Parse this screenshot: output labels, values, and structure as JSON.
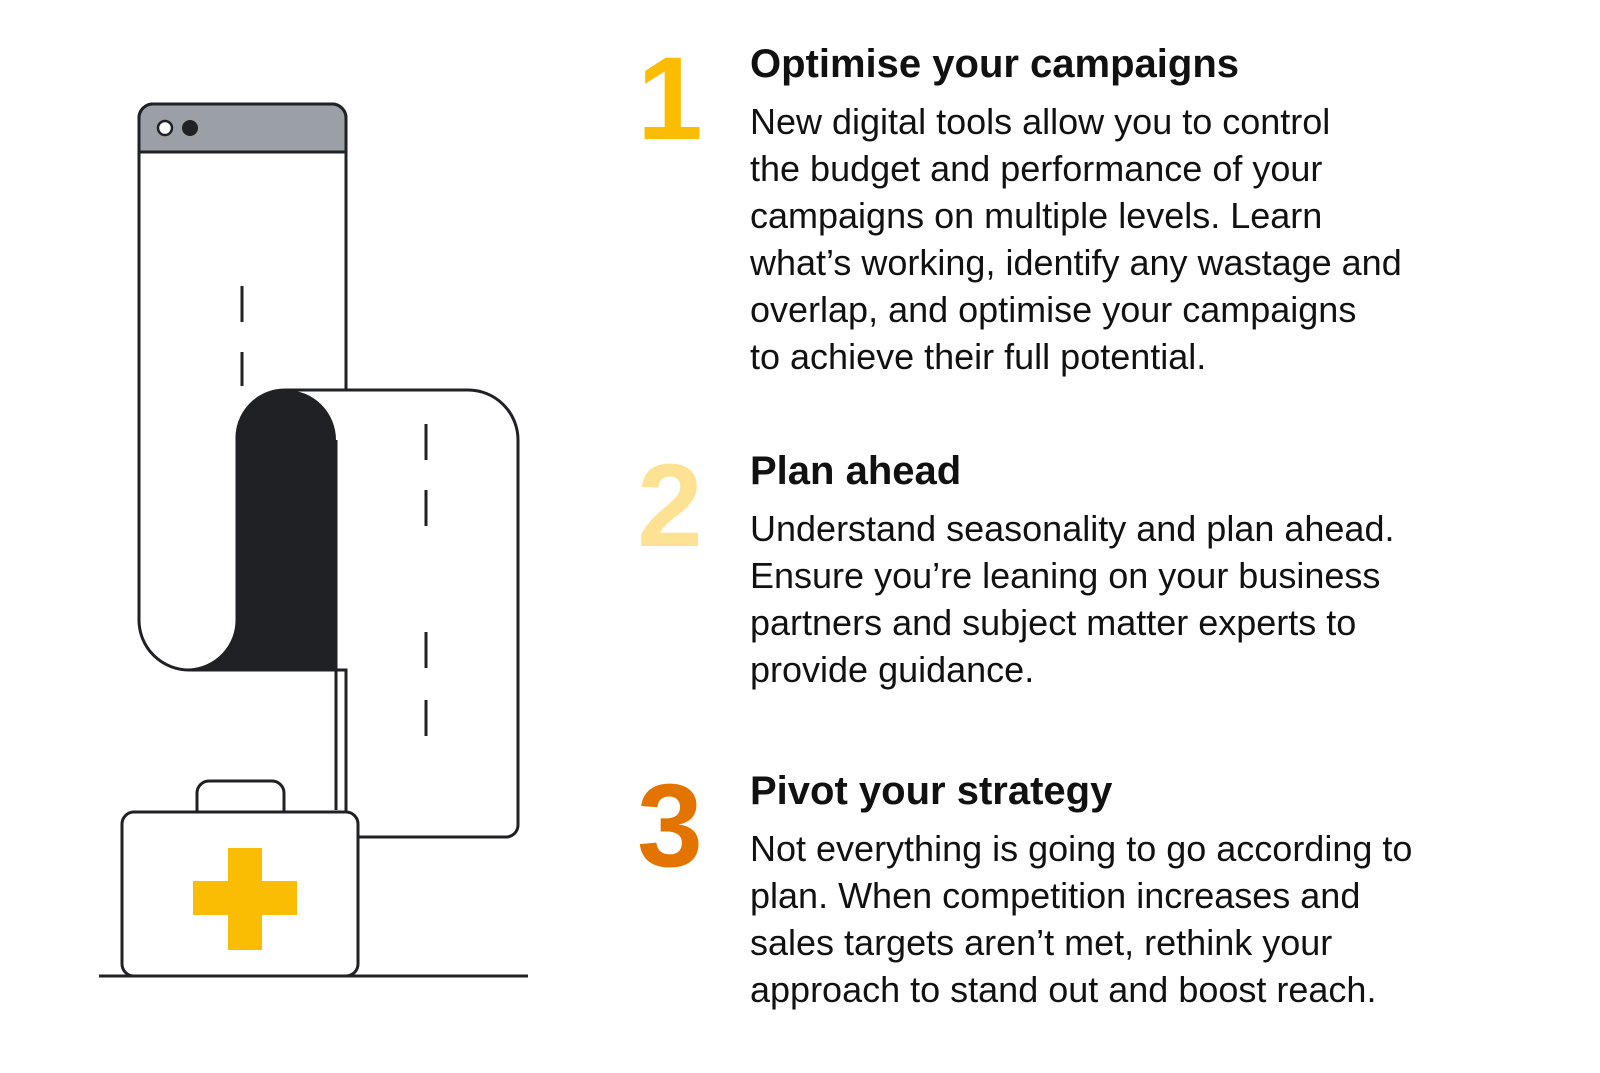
{
  "colors": {
    "step1": "#FBBC04",
    "step2": "#FDE293",
    "step3": "#E37400",
    "ink": "#202124",
    "browser_bar": "#9AA0A6",
    "cross": "#FBBC04"
  },
  "illustration": {
    "icons": [
      "browser-window-icon",
      "road-scroll-icon",
      "first-aid-kit-icon",
      "medical-cross-icon"
    ]
  },
  "steps": [
    {
      "number": "1",
      "title": "Optimise your campaigns",
      "lines": [
        "New digital tools allow you to control",
        "the budget and performance of your",
        "campaigns on multiple levels. Learn",
        "what’s working, identify any wastage and",
        "overlap, and optimise your campaigns",
        "to achieve their full potential."
      ]
    },
    {
      "number": "2",
      "title": "Plan ahead",
      "lines": [
        "Understand seasonality and plan ahead.",
        "Ensure you’re leaning on your business",
        "partners and subject matter experts to",
        "provide guidance."
      ]
    },
    {
      "number": "3",
      "title": "Pivot your strategy",
      "lines": [
        "Not everything is going to go according to",
        "plan. When competition increases and",
        "sales targets aren’t met, rethink your",
        "approach to stand out and boost reach."
      ]
    }
  ]
}
